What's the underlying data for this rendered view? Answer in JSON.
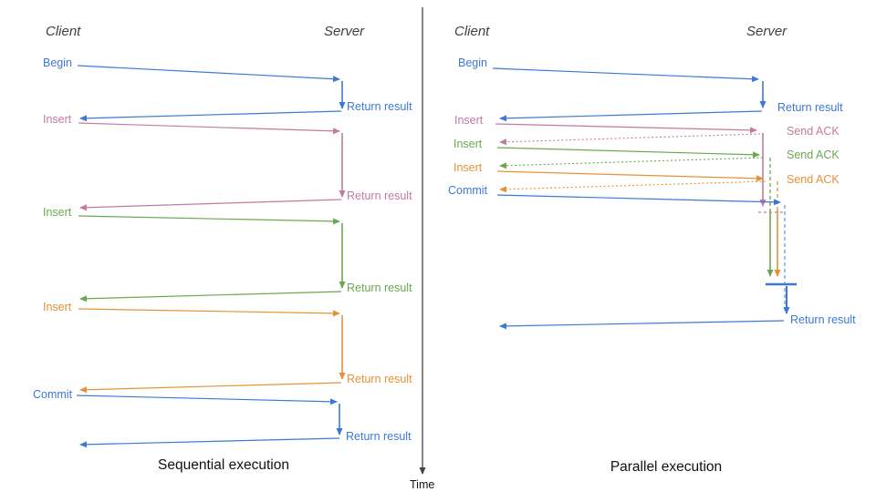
{
  "palette": {
    "blue": "#3c78d8",
    "pink": "#c27ba0",
    "green": "#6aa84f",
    "orange": "#e69138",
    "axis": "#444444"
  },
  "time_axis": {
    "label": "Time"
  },
  "left_panel": {
    "caption": "Sequential execution",
    "client_header": "Client",
    "server_header": "Server",
    "messages": [
      {
        "label": "Begin",
        "color": "blue",
        "response": "Return result"
      },
      {
        "label": "Insert",
        "color": "pink",
        "response": "Return result"
      },
      {
        "label": "Insert",
        "color": "green",
        "response": "Return result"
      },
      {
        "label": "Insert",
        "color": "orange",
        "response": "Return result"
      },
      {
        "label": "Commit",
        "color": "blue",
        "response": "Return result"
      }
    ]
  },
  "right_panel": {
    "caption": "Parallel execution",
    "client_header": "Client",
    "server_header": "Server",
    "messages": [
      {
        "label": "Begin",
        "color": "blue",
        "response": "Return result"
      },
      {
        "label": "Insert",
        "color": "pink",
        "response": "Send ACK"
      },
      {
        "label": "Insert",
        "color": "green",
        "response": "Send ACK"
      },
      {
        "label": "Insert",
        "color": "orange",
        "response": "Send ACK"
      },
      {
        "label": "Commit",
        "color": "blue",
        "response": "Return result"
      }
    ]
  }
}
